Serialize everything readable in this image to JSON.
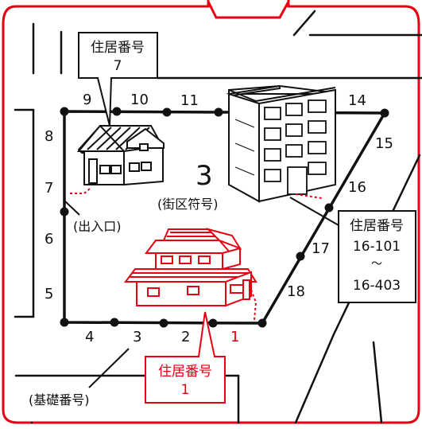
{
  "colors": {
    "frame": "#e60012",
    "ink": "#111111",
    "background": "#ffffff",
    "red_dotted": "#e60012"
  },
  "block": {
    "number": "3",
    "label": "(街区符号)"
  },
  "entrance_label": "(出入口)",
  "base_number_label": "(基礎番号)",
  "callouts": {
    "top": {
      "title": "住居番号",
      "value": "7"
    },
    "right": {
      "title": "住居番号",
      "line1": "16-101",
      "line2": "〜",
      "line3": "16-403"
    },
    "bottom": {
      "title": "住居番号",
      "value": "1"
    }
  },
  "numbers": {
    "n1": "1",
    "n2": "2",
    "n3": "3",
    "n4": "4",
    "n5": "5",
    "n6": "6",
    "n7": "7",
    "n8": "8",
    "n9": "9",
    "n10": "10",
    "n11": "11",
    "n14": "14",
    "n15": "15",
    "n16": "16",
    "n17": "17",
    "n18": "18"
  },
  "icons": {
    "house_left": "house-icon",
    "apartment": "apartment-building-icon",
    "house_red": "two-story-house-icon"
  }
}
